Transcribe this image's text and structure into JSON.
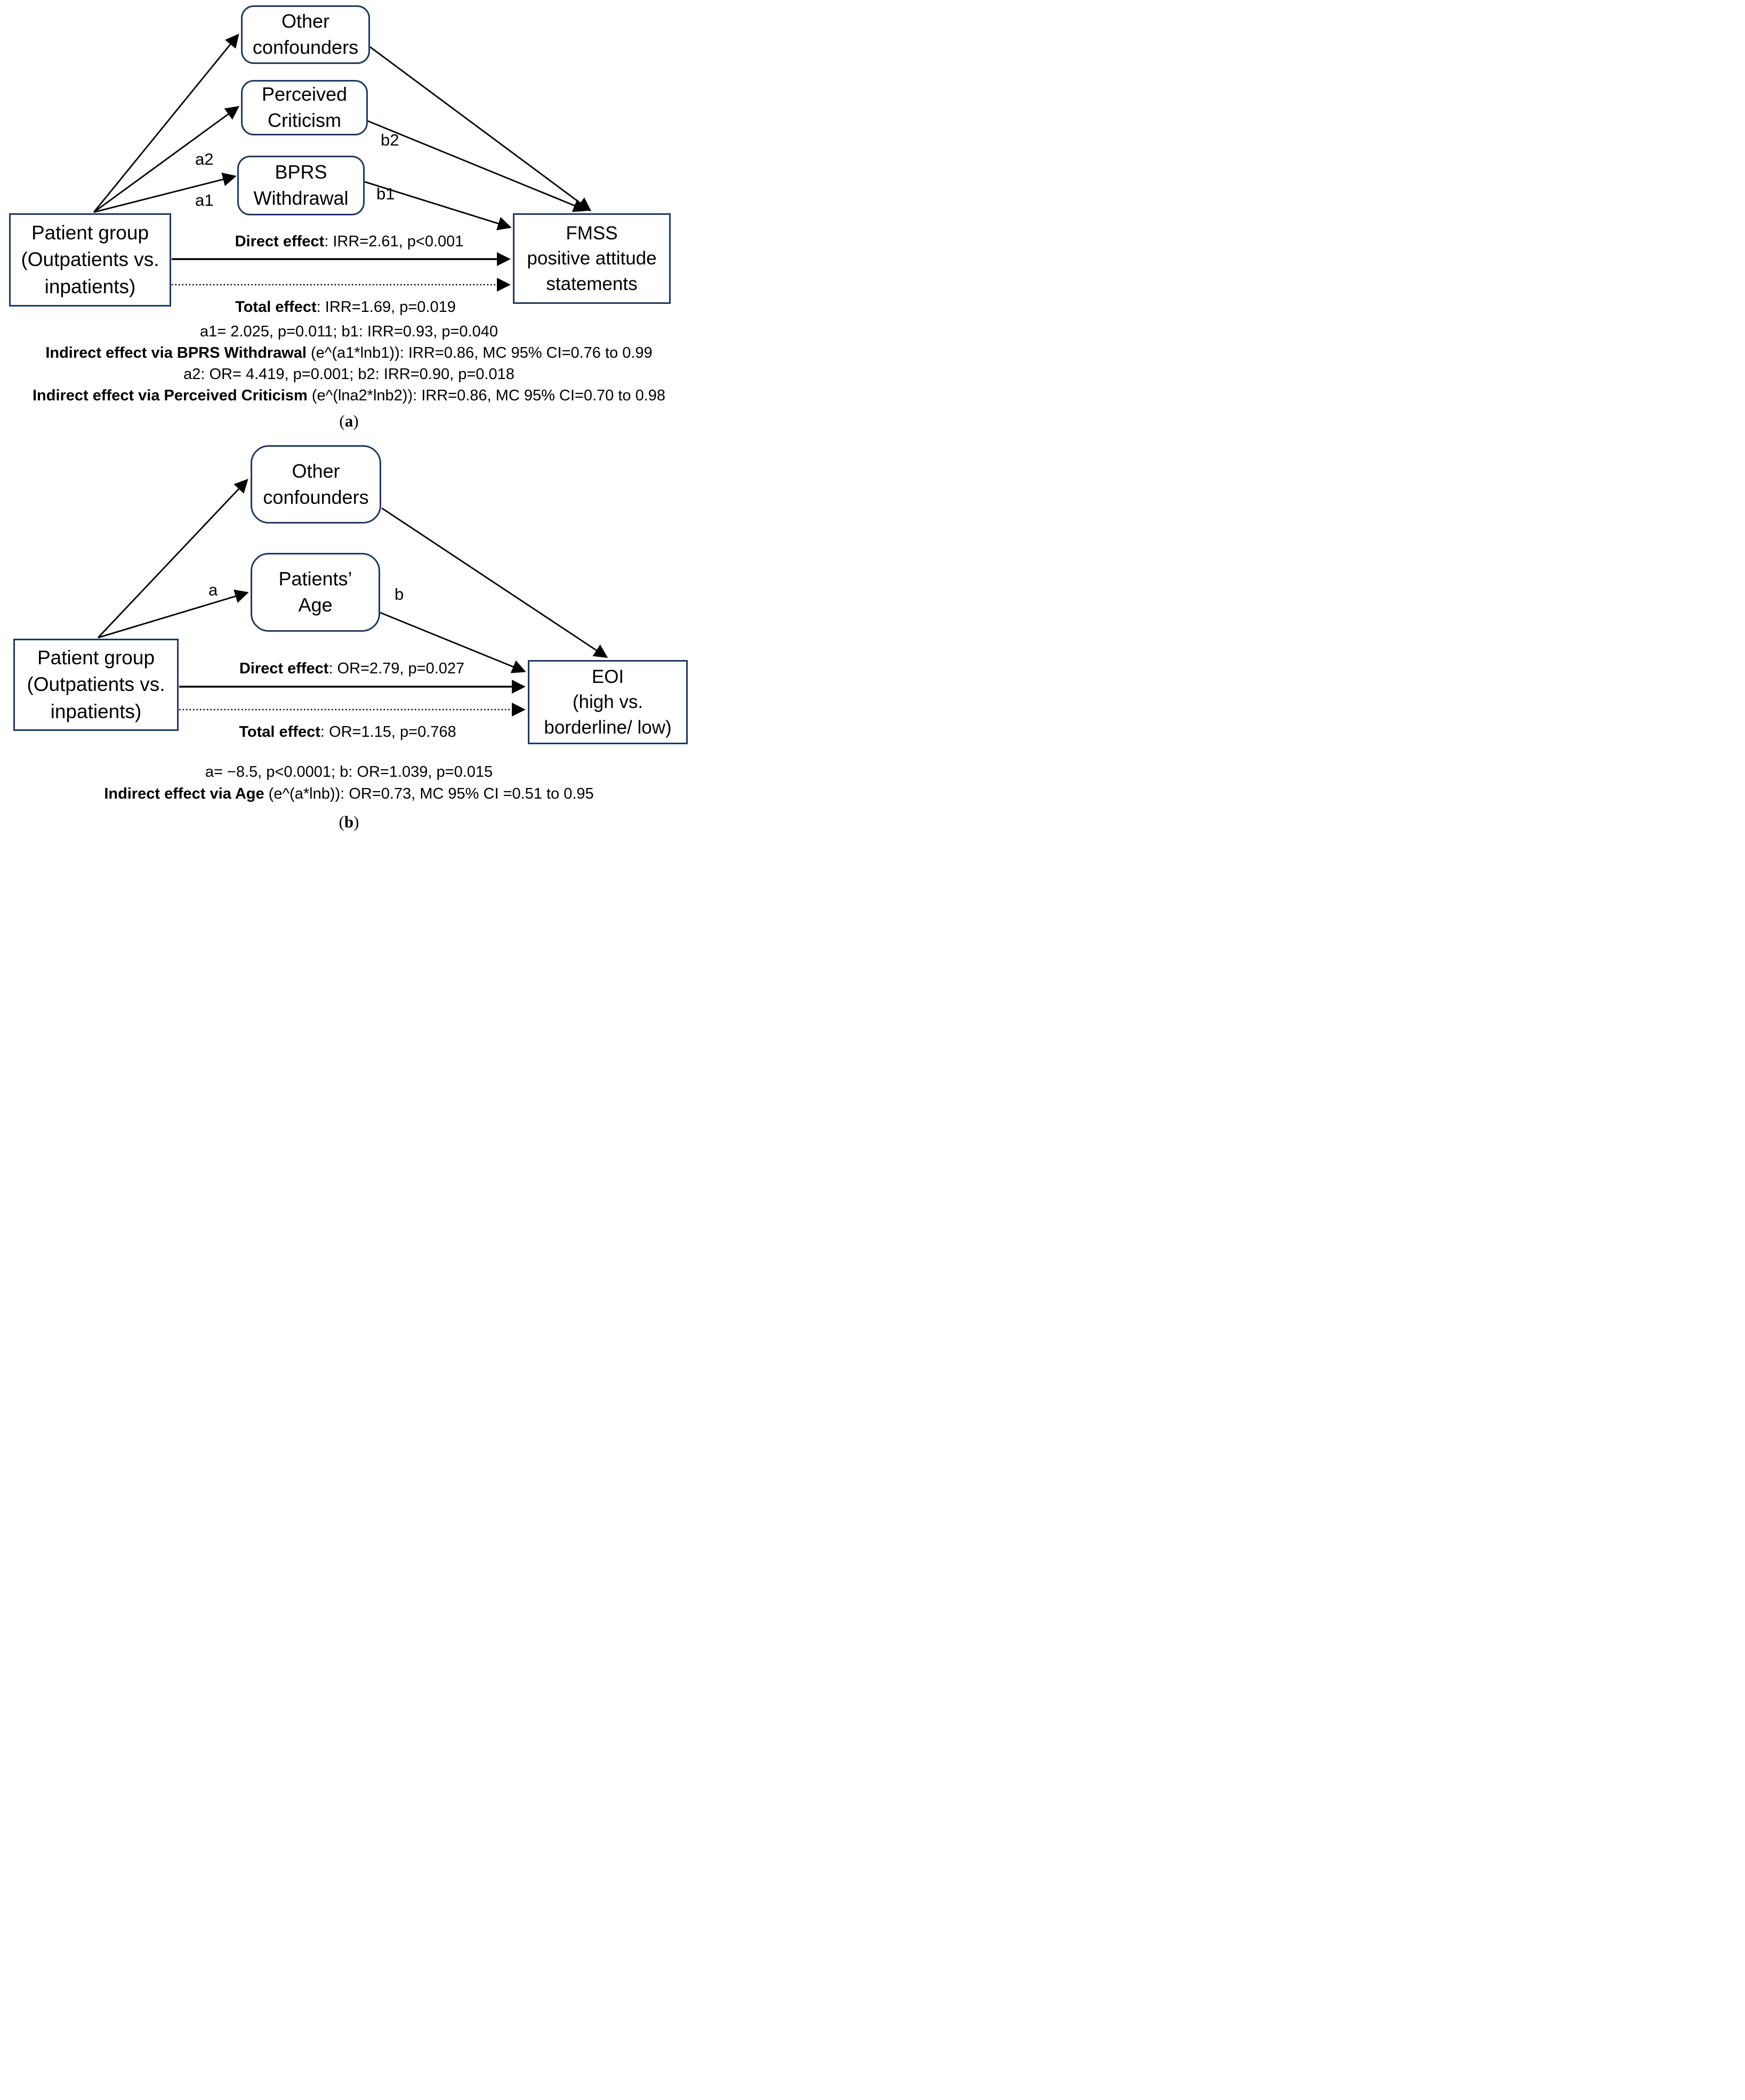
{
  "panel_a": {
    "boxes": {
      "other_confounders": "Other\nconfounders",
      "perceived_criticism": "Perceived\nCriticism",
      "bprs_withdrawal": "BPRS\nWithdrawal",
      "patient_group": "Patient group\n(Outpatients vs.\ninpatients)",
      "outcome": "FMSS\npositive attitude\nstatements"
    },
    "path_labels": {
      "a1": "a1",
      "a2": "a2",
      "b1": "b1",
      "b2": "b2"
    },
    "direct_effect": {
      "label": "Direct effect",
      "rest": ": IRR=2.61, p<0.001"
    },
    "total_effect": {
      "label": "Total effect",
      "rest": ": IRR=1.69, p=0.019"
    },
    "stats": [
      {
        "bold": "",
        "rest": "a1= 2.025, p=0.011; b1: IRR=0.93, p=0.040"
      },
      {
        "bold": "Indirect effect via BPRS Withdrawal",
        "rest": " (e^(a1*lnb1)): IRR=0.86, MC 95% CI=0.76 to 0.99"
      },
      {
        "bold": "",
        "rest": "a2: OR= 4.419, p=0.001; b2: IRR=0.90, p=0.018"
      },
      {
        "bold": "Indirect effect via Perceived Criticism",
        "rest": " (e^(lna2*lnb2)): IRR=0.86, MC 95% CI=0.70 to 0.98"
      }
    ],
    "caption": {
      "open": "(",
      "letter": "a",
      "close": ")"
    }
  },
  "panel_b": {
    "boxes": {
      "other_confounders": "Other\nconfounders",
      "patients_age": "Patients’\nAge",
      "patient_group": "Patient group\n(Outpatients vs.\ninpatients)",
      "outcome": "EOI\n(high vs.\nborderline/ low)"
    },
    "path_labels": {
      "a": "a",
      "b": "b"
    },
    "direct_effect": {
      "label": "Direct effect",
      "rest": ": OR=2.79, p=0.027"
    },
    "total_effect": {
      "label": "Total effect",
      "rest": ": OR=1.15, p=0.768"
    },
    "stats": [
      {
        "bold": "",
        "rest": "a= −8.5, p<0.0001; b: OR=1.039, p=0.015"
      },
      {
        "bold": "Indirect effect via Age",
        "rest": " (e^(a*lnb)): OR=0.73, MC 95% CI =0.51 to 0.95"
      }
    ],
    "caption": {
      "open": "(",
      "letter": "b",
      "close": ")"
    }
  },
  "colors": {
    "box_border": "#1f3864",
    "arrow": "#000000",
    "text": "#000000"
  }
}
